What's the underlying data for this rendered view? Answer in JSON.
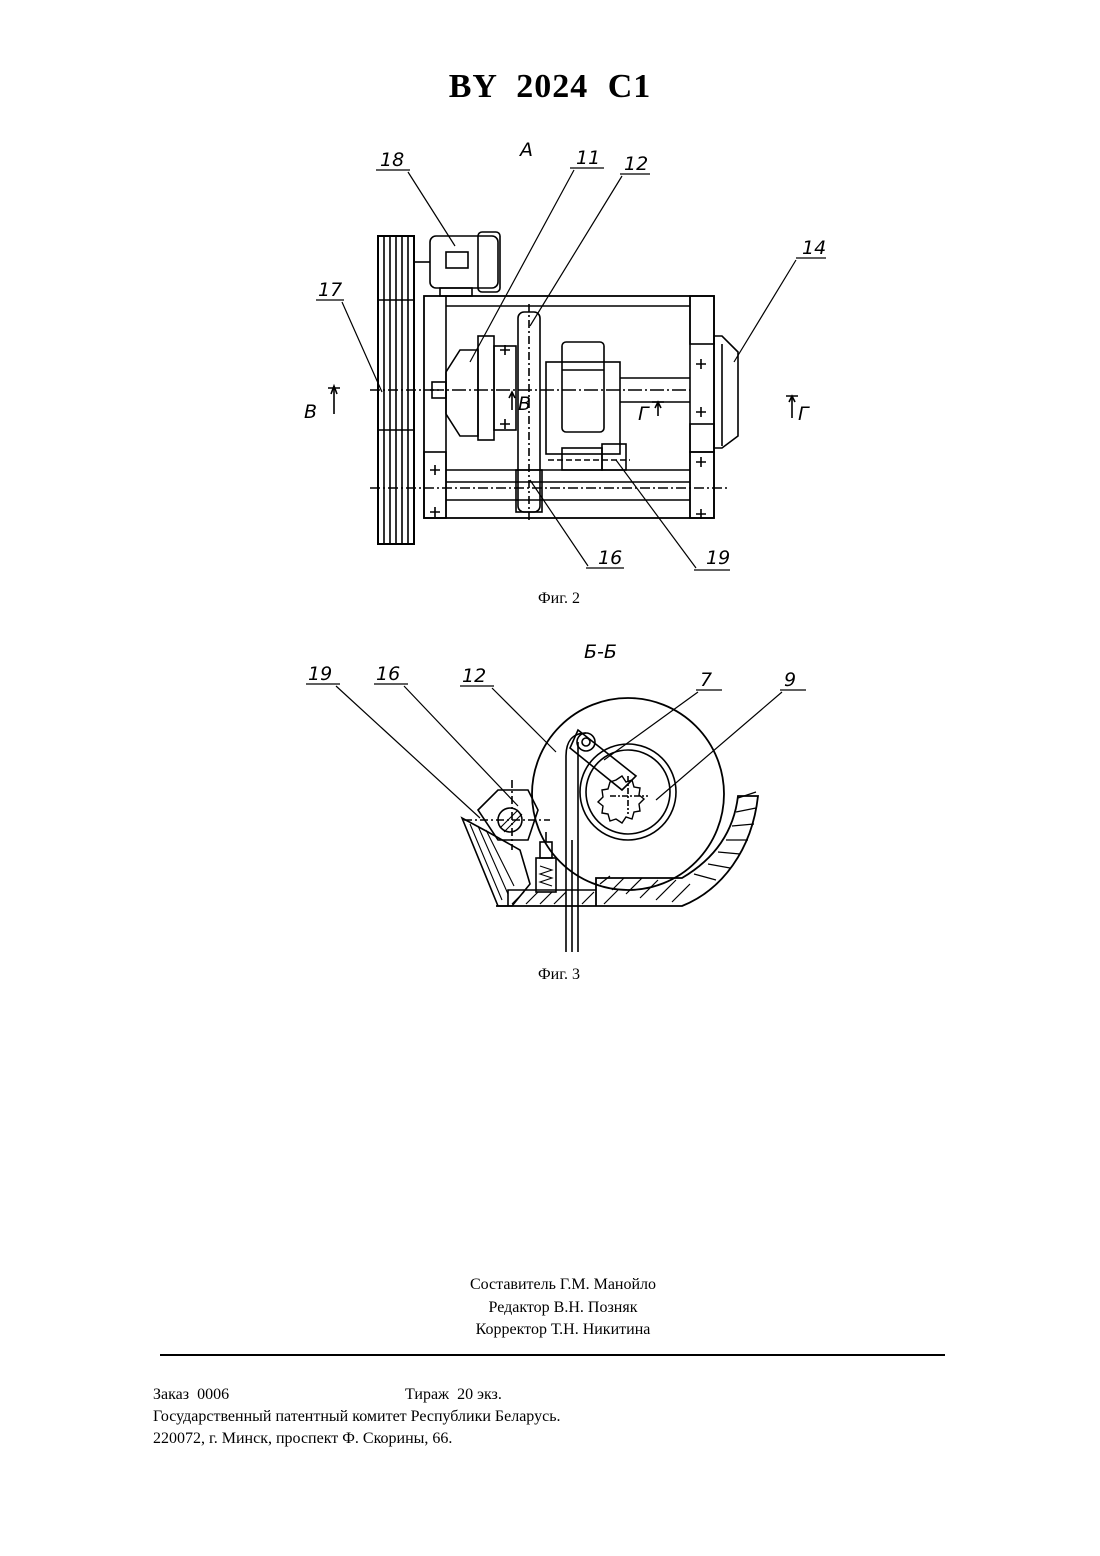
{
  "header": {
    "title": "BY 2024 C1"
  },
  "fig2": {
    "view_label": "А",
    "caption": "Фиг. 2",
    "labels": {
      "l18": "18",
      "l11": "11",
      "l12": "12",
      "l14": "14",
      "l17": "17",
      "l16": "16",
      "l19": "19",
      "sec_v_left": "В",
      "sec_v_mid": "В",
      "sec_g_left": "Г",
      "sec_g_right": "Г"
    }
  },
  "fig3": {
    "section_label": "Б-Б",
    "caption": "Фиг. 3",
    "labels": {
      "l19": "19",
      "l16": "16",
      "l12": "12",
      "l7": "7",
      "l9": "9"
    }
  },
  "credits": {
    "compiler": "Составитель Г.М. Манойло",
    "editor": "Редактор В.Н. Позняк",
    "proofreader": "Корректор Т.Н. Никитина"
  },
  "footer": {
    "order": "Заказ  0006",
    "circulation": "Тираж  20 экз.",
    "committee": "Государственный патентный комитет Республики Беларусь.",
    "address": "220072, г. Минск, проспект Ф. Скорины, 66."
  }
}
